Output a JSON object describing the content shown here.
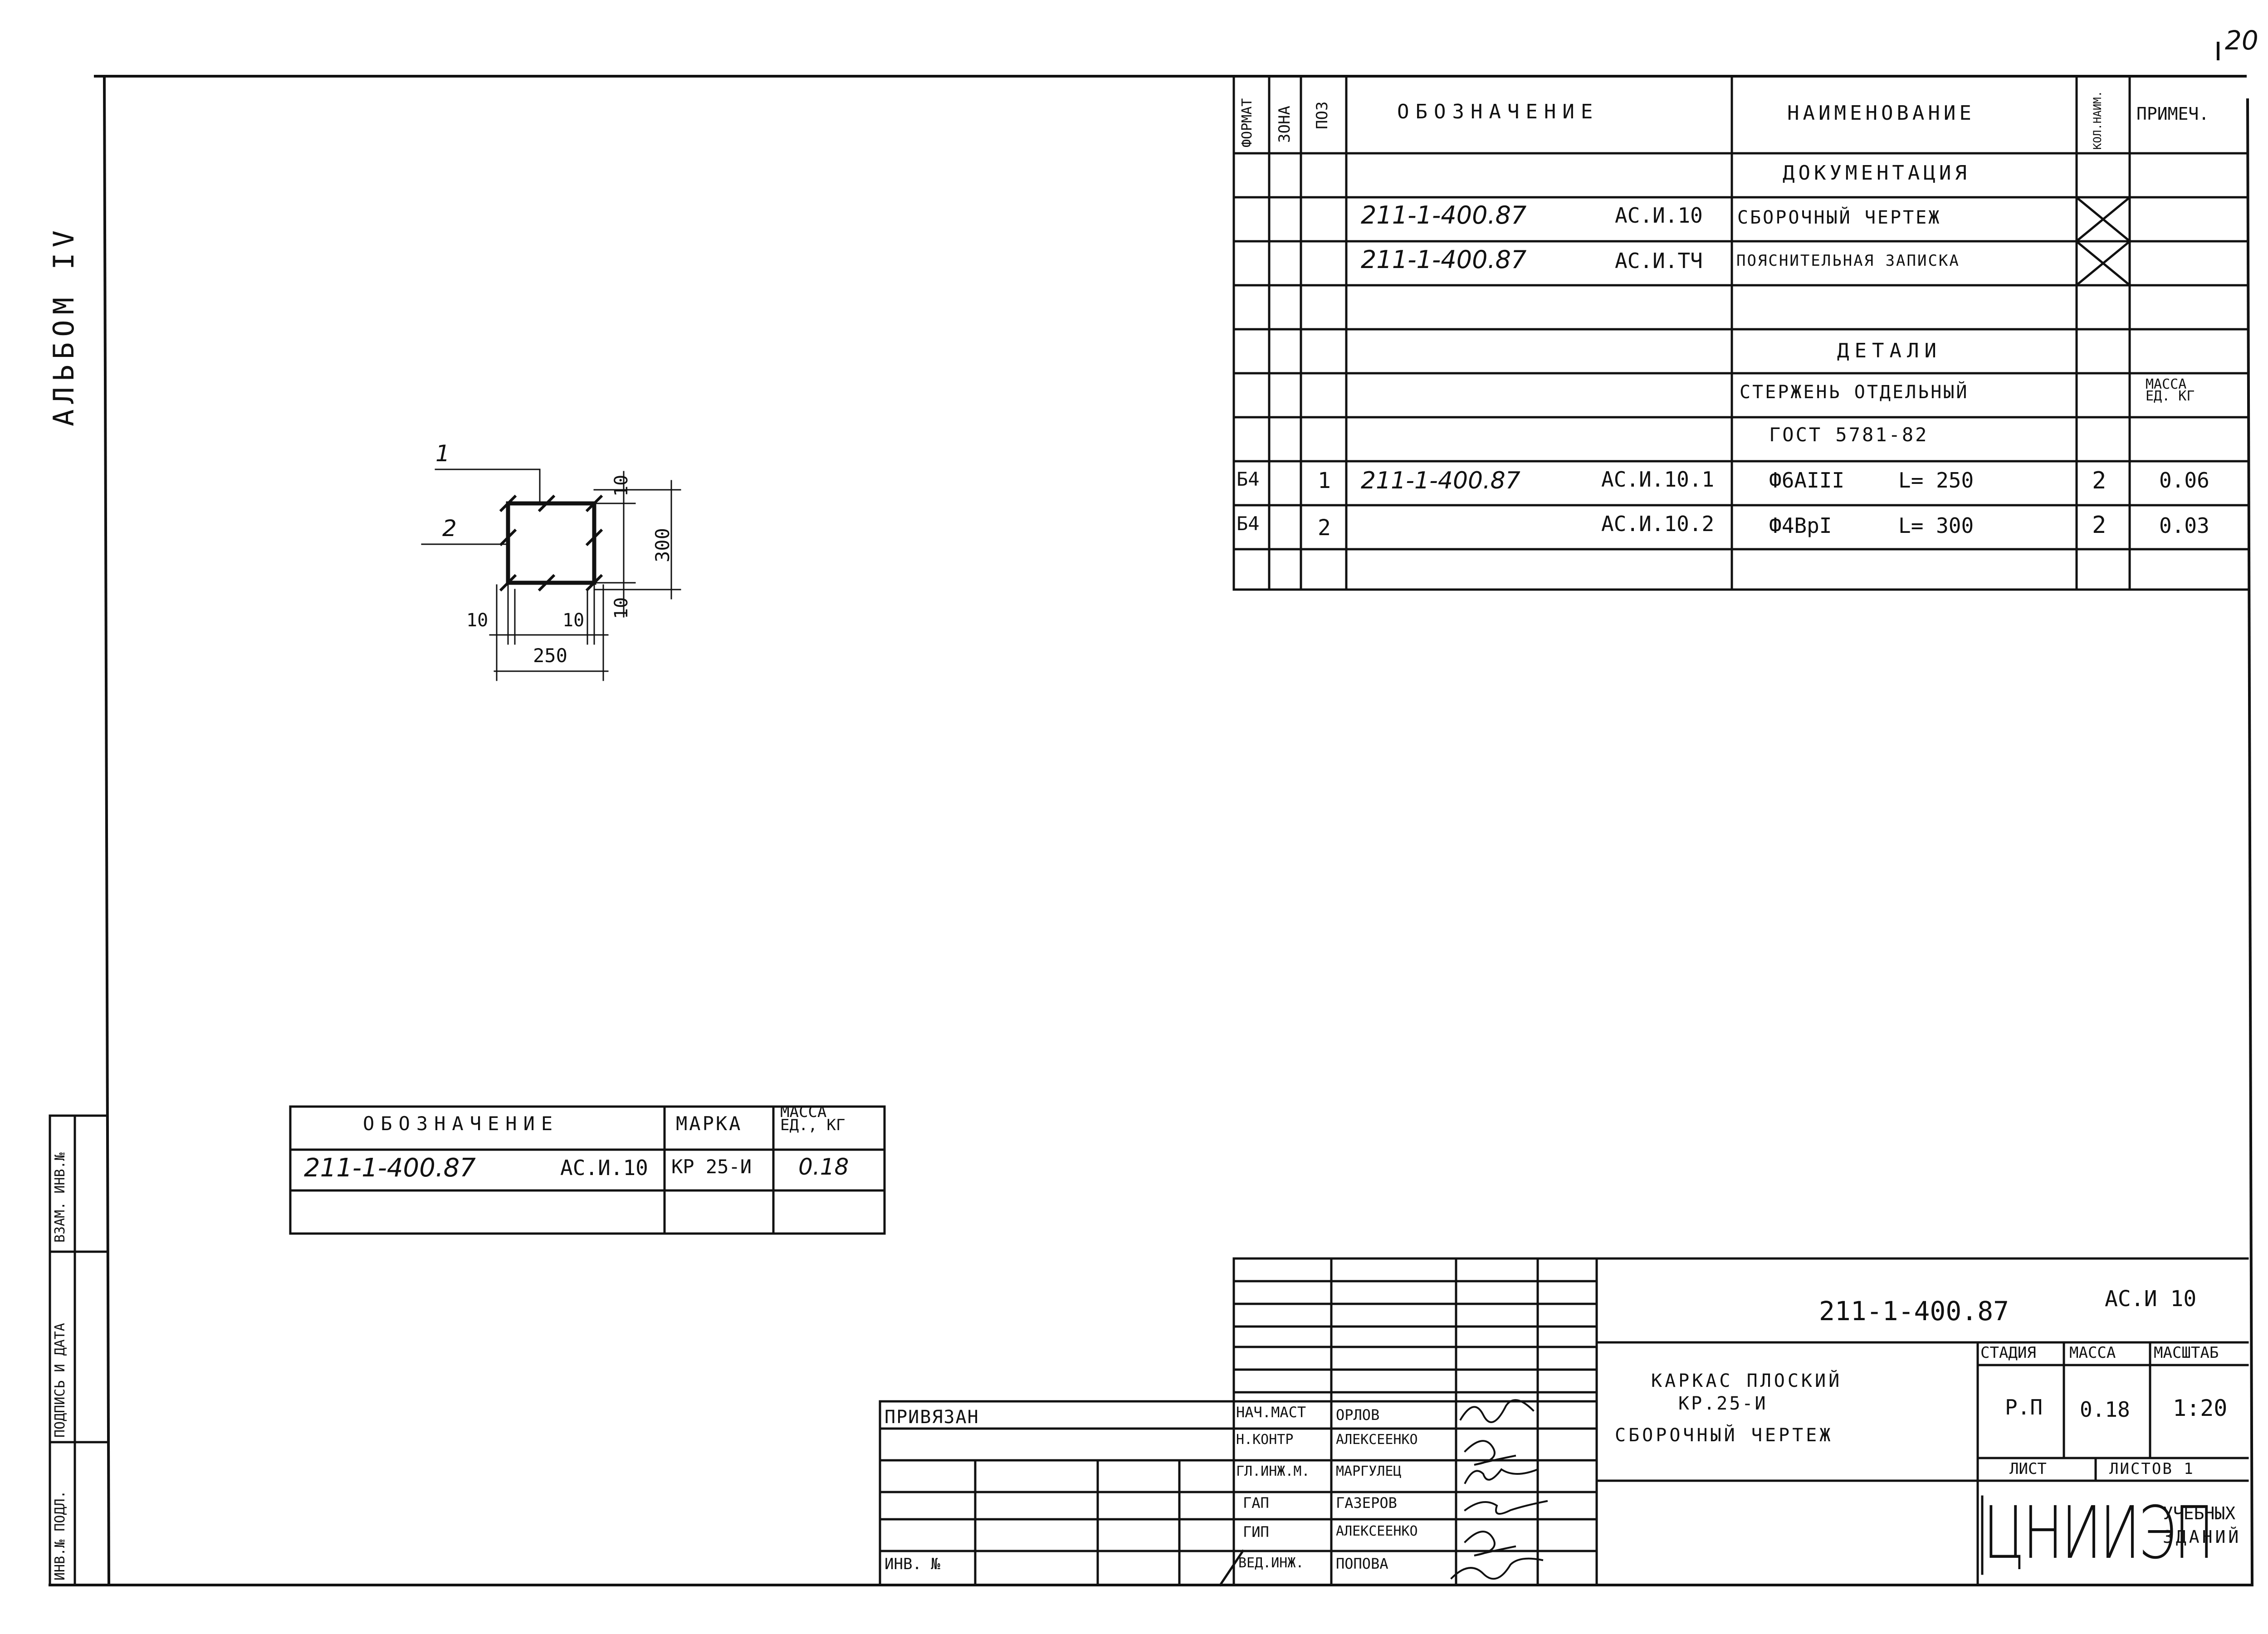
{
  "page_number": "20",
  "album_label": "АЛЬБОМ IV",
  "spec": {
    "headers": {
      "format": "ФОРМАТ",
      "zone": "ЗОНА",
      "pos": "ПОЗ",
      "designation": "ОБОЗНАЧЕНИЕ",
      "name": "НАИМЕНОВАНИЕ",
      "qty": "КОЛ.НАИМ.",
      "note": "ПРИМЕЧ."
    },
    "section_docs": "ДОКУМЕНТАЦИЯ",
    "docs": [
      {
        "code": "211-1-400.87",
        "mark": "АС.И.10",
        "name": "СБОРОЧНЫЙ ЧЕРТЕЖ"
      },
      {
        "code": "211-1-400.87",
        "mark": "АС.И.ТЧ",
        "name": "ПОЯСНИТЕЛЬНАЯ ЗАПИСКА"
      }
    ],
    "section_details": "ДЕТАЛИ",
    "rod_title": "СТЕРЖЕНЬ ОТДЕЛЬНЫЙ",
    "rod_gost": "ГОСТ 5781-82",
    "mass_note": "МАССА ЕД. КГ",
    "parts": [
      {
        "format": "Б4",
        "pos": "1",
        "code": "211-1-400.87",
        "mark": "АС.И.10.1",
        "name": "Ф6АIII",
        "length": "L= 250",
        "qty": "2",
        "note": "0.06"
      },
      {
        "format": "Б4",
        "pos": "2",
        "code": "",
        "mark": "АС.И.10.2",
        "name": "Ф4ВрI",
        "length": "L= 300",
        "qty": "2",
        "note": "0.03"
      }
    ]
  },
  "drawing": {
    "pos_1": "1",
    "pos_2": "2",
    "dim_10_top": "10",
    "dim_300": "300",
    "dim_10_bottom": "10",
    "dim_10_left": "10",
    "dim_10_right": "10",
    "dim_250": "250"
  },
  "mark_table": {
    "header_designation": "ОБОЗНАЧЕНИЕ",
    "header_mark": "МАРКА",
    "header_mass": "МАССА ЕД., КГ",
    "row_code": "211-1-400.87",
    "row_mark_code": "АС.И.10",
    "row_mark": "КР 25-И",
    "row_mass": "0.18"
  },
  "stamp": {
    "privyazan": "ПРИВЯЗАН",
    "inv_no": "ИНВ. №",
    "doc_code": "211-1-400.87",
    "doc_mark": "АС.И 10",
    "title_line1": "КАРКАС ПЛОСКИЙ",
    "title_line2": "КР.25-И",
    "title_line3": "СБОРОЧНЫЙ ЧЕРТЕЖ",
    "stage_label": "СТАДИЯ",
    "mass_label": "МАССА",
    "scale_label": "МАСШТАБ",
    "stage_value": "Р.П",
    "mass_value": "0.18",
    "scale_value": "1:20",
    "sheet_label": "ЛИСТ",
    "sheets_label": "ЛИСТОВ 1",
    "org_name": "ЦНИИЭП",
    "org_sub1": "УЧЕБНЫХ",
    "org_sub2": "ЗДАНИЙ",
    "signers": [
      {
        "role": "НАЧ.МАСТ",
        "name": "ОРЛОВ"
      },
      {
        "role": "Н.КОНТР",
        "name": "АЛЕКСЕЕНКО"
      },
      {
        "role": "ГЛ.ИНЖ.М.",
        "name": "МАРГУЛЕЦ"
      },
      {
        "role": "ГАП",
        "name": "ГАЗЕРОВ"
      },
      {
        "role": "ГИП",
        "name": "АЛЕКСЕЕНКО"
      },
      {
        "role": "ВЕД.ИНЖ.",
        "name": "ПОПОВА"
      }
    ]
  },
  "left_strip": {
    "vzam": "ВЗАМ. ИНВ.№",
    "podpis": "ПОДПИСЬ И ДАТА",
    "inv_podl": "ИНВ.№ ПОДЛ."
  }
}
